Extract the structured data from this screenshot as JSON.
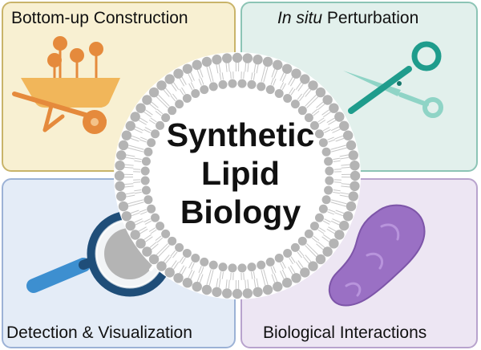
{
  "panels": {
    "top_left": {
      "label": "Bottom-up Construction",
      "bg": "#f8f0d2",
      "border": "#c9b46a"
    },
    "top_right": {
      "label_italic": "In situ",
      "label_rest": " Perturbation",
      "bg": "#e2f0ec",
      "border": "#8cc4b5"
    },
    "bottom_left": {
      "label": "Detection & Visualization",
      "bg": "#e4ecf7",
      "border": "#9cb2d6"
    },
    "bottom_right": {
      "label": "Biological Interactions",
      "bg": "#ede6f3",
      "border": "#b8a3cd"
    }
  },
  "center": {
    "title_line1": "Synthetic",
    "title_line2": "Lipid",
    "title_line3": "Biology"
  },
  "icons": {
    "wheelbarrow": "wheelbarrow-icon",
    "scissors": "scissors-icon",
    "magnifier": "magnifying-glass-icon",
    "protein": "protein-blob-icon",
    "vesicle": "lipid-vesicle-icon"
  },
  "colors": {
    "orange": "#e58a3c",
    "wheelbarrow_tray": "#f1b65a",
    "teal": "#1f9c8c",
    "teal_light": "#8fd4c6",
    "navy": "#1f4e79",
    "blue": "#3d8fd0",
    "purple": "#9a70c4",
    "lipid_head": "#b4b4b4"
  }
}
